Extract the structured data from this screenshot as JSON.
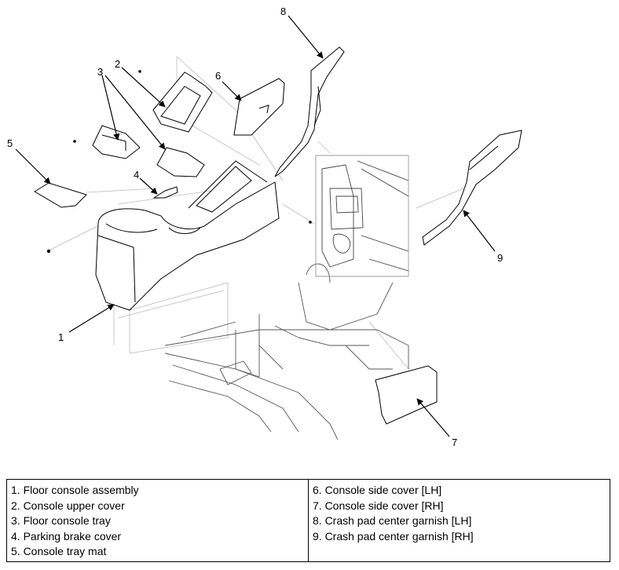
{
  "diagram": {
    "callouts": [
      "1",
      "2",
      "3",
      "4",
      "5",
      "6",
      "7",
      "8",
      "9"
    ]
  },
  "legend": {
    "left": [
      "1. Floor console assembly",
      "2. Console upper cover",
      "3. Floor console tray",
      "4. Parking brake cover",
      "5. Console tray mat"
    ],
    "right": [
      "6. Console side cover [LH]",
      "7. Console side cover [RH]",
      "8. Crash pad center garnish [LH]",
      "9. Crash pad center garnish [RH]"
    ]
  }
}
